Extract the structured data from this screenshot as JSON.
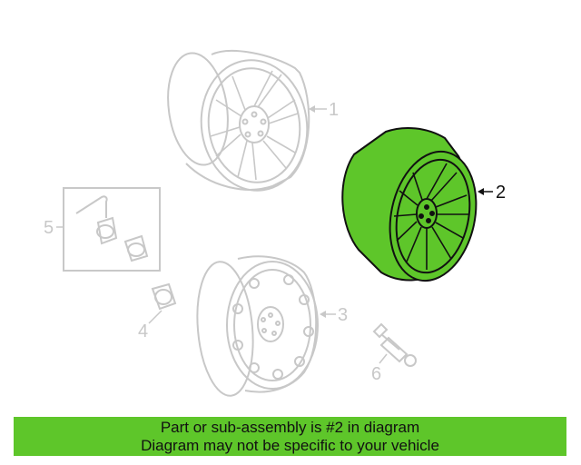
{
  "diagram": {
    "callouts": {
      "c1": "1",
      "c2": "2",
      "c3": "3",
      "c4": "4",
      "c5": "5",
      "c6": "6"
    },
    "colors": {
      "highlight": "#5ec62a",
      "faded_line": "#c8c8c8",
      "dark_line": "#111111",
      "background": "#ffffff"
    },
    "highlighted_part": "2"
  },
  "footer": {
    "line1": "Part or sub-assembly is #2 in diagram",
    "line2": "Diagram may not be specific to your vehicle",
    "color": "#5ec62a"
  }
}
